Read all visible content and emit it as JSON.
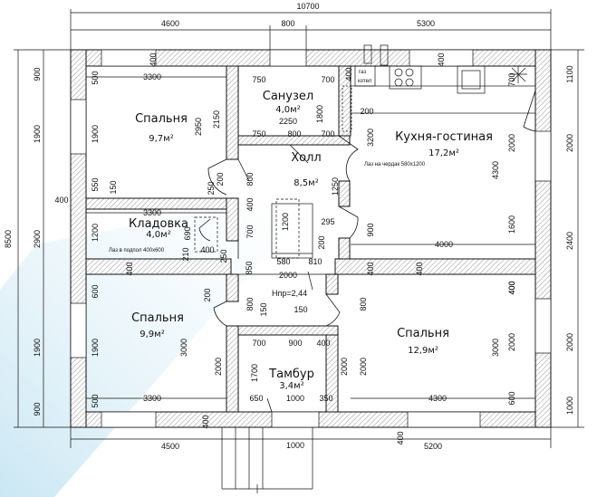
{
  "plan": {
    "dims_top": {
      "overall": "10700",
      "left": "4600",
      "middle": "800",
      "right": "5300",
      "a1": "3300",
      "a2": "750",
      "a3": "700",
      "a4": "400",
      "a5": "400"
    },
    "dims_bottom": {
      "left": "4500",
      "mid": "1000",
      "right": "5200",
      "b1": "3300",
      "b2": "650",
      "b3": "1000",
      "b4": "350",
      "b5": "4300",
      "b6": "400",
      "b7": "400"
    },
    "dims_left": {
      "overall": "8500",
      "l1": "900",
      "l2": "1900",
      "l3": "2900",
      "l4": "1900",
      "l5": "900",
      "l6": "400",
      "i1": "500",
      "i2": "1900",
      "i3": "550",
      "i4": "1200",
      "i5": "600",
      "i6": "1900",
      "i7": "500"
    },
    "dims_right": {
      "r1": "1100",
      "r2": "2000",
      "r3": "2400",
      "r4": "2000",
      "r5": "1000",
      "k1": "700",
      "k2": "2000",
      "k3": "1600",
      "k4": "400",
      "k5": "2000",
      "k6": "600"
    },
    "dims_inner": {
      "d2950": "2950",
      "d2150": "2150",
      "d250": "250",
      "d150a": "150",
      "d3300": "3300",
      "d200a": "200",
      "d800a": "800",
      "d1800": "1800",
      "d2250": "2250",
      "d750b": "750",
      "d800b": "800",
      "d700b": "700",
      "d200b": "200",
      "d3200": "3200",
      "d4300a": "4300",
      "d1250": "1250",
      "d295": "295",
      "d200c": "200",
      "d900a": "900",
      "d4000": "4000",
      "d1200v": "1200",
      "d580": "580",
      "d810": "810",
      "d2000h": "2000",
      "d850": "850",
      "d700c": "700",
      "d400a": "400",
      "d250b": "250",
      "d200d": "200",
      "d800c": "800",
      "d150b": "150",
      "d150c": "150",
      "d800d": "800",
      "d3000a": "3000",
      "d2000v1": "2000",
      "d700d": "700",
      "d900b": "900",
      "d400b": "400",
      "d1700": "1700",
      "d2000v2": "2000",
      "d2000v3": "2000",
      "d3000b": "3000",
      "d400c": "400",
      "d400d": "400",
      "d400e": "400",
      "d400f": "400",
      "d400g": "400",
      "d690": "690",
      "d400h": "400",
      "d210": "210"
    },
    "rooms": {
      "bedroom1": {
        "name": "Спальня",
        "area": "9,7м²"
      },
      "bathroom": {
        "name": "Санузел",
        "area": "4,0м²"
      },
      "kitchen": {
        "name": "Кухня-гостиная",
        "area": "17,2м²"
      },
      "hall": {
        "name": "Холл",
        "area": "8,5м²"
      },
      "storage": {
        "name": "Кладовка",
        "area": "4,0м²"
      },
      "bedroom2": {
        "name": "Спальня",
        "area": "9,9м²"
      },
      "bedroom3": {
        "name": "Спальня",
        "area": "12,9м²"
      },
      "vestibule": {
        "name": "Тамбур",
        "area": "3,4м²"
      }
    },
    "notes": {
      "attic": "Лаз на чердак 580х1200",
      "basement": "Лаз в подпол 400х600",
      "boiler1": "газ",
      "boiler2": "котел",
      "floor_level": "Нпр=2,44"
    }
  }
}
